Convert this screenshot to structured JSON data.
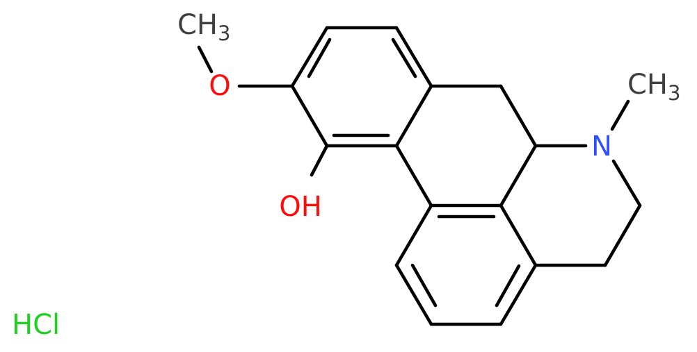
{
  "molecule": {
    "labels": {
      "methyl_top": {
        "main": "CH",
        "sub": "3"
      },
      "methoxy_oxygen": "O",
      "hydroxyl": "OH",
      "nitrogen": "N",
      "methyl_n": {
        "main": "CH",
        "sub": "3"
      },
      "counterion": "HCl"
    },
    "colors": {
      "bond": "#000000",
      "carbon_text": "#404040",
      "oxygen": "#ff0d0d",
      "nitrogen": "#3050f8",
      "chlorine": "#1fd01f"
    }
  }
}
